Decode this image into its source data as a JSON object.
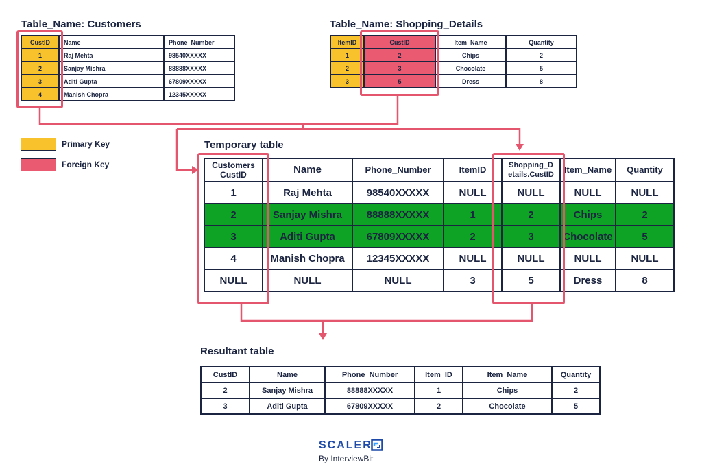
{
  "customers": {
    "title": "Table_Name: Customers",
    "headers": [
      "CustID",
      "Name",
      "Phone_Number"
    ],
    "rows": [
      [
        "1",
        "Raj Mehta",
        "98540XXXXX"
      ],
      [
        "2",
        "Sanjay Mishra",
        "88888XXXXX"
      ],
      [
        "3",
        "Aditi Gupta",
        "67809XXXXX"
      ],
      [
        "4",
        "Manish Chopra",
        "12345XXXXX"
      ]
    ]
  },
  "shopping": {
    "title": "Table_Name: Shopping_Details",
    "headers": [
      "ItemID",
      "CustID",
      "Item_Name",
      "Quantity"
    ],
    "rows": [
      [
        "1",
        "2",
        "Chips",
        "2"
      ],
      [
        "2",
        "3",
        "Chocolate",
        "5"
      ],
      [
        "3",
        "5",
        "Dress",
        "8"
      ]
    ]
  },
  "legend": {
    "primary_key": "Primary Key",
    "foreign_key": "Foreign Key",
    "primary_color": "#f7c22b",
    "foreign_color": "#ea5a70"
  },
  "temporary": {
    "title": "Temporary table",
    "headers": [
      "Customers\nCustID",
      "Name",
      "Phone_Number",
      "ItemID",
      "Shopping_D\netails.CustID",
      "Item_Name",
      "Quantity"
    ],
    "rows": [
      [
        "1",
        "Raj Mehta",
        "98540XXXXX",
        "NULL",
        "NULL",
        "NULL",
        "NULL"
      ],
      [
        "2",
        "Sanjay Mishra",
        "88888XXXXX",
        "1",
        "2",
        "Chips",
        "2"
      ],
      [
        "3",
        "Aditi Gupta",
        "67809XXXXX",
        "2",
        "3",
        "Chocolate",
        "5"
      ],
      [
        "4",
        "Manish Chopra",
        "12345XXXXX",
        "NULL",
        "NULL",
        "NULL",
        "NULL"
      ],
      [
        "NULL",
        "NULL",
        "NULL",
        "3",
        "5",
        "Dress",
        "8"
      ]
    ],
    "matched_row_color": "#0ea324"
  },
  "resultant": {
    "title": "Resultant table",
    "headers": [
      "CustID",
      "Name",
      "Phone_Number",
      "Item_ID",
      "Item_Name",
      "Quantity"
    ],
    "rows": [
      [
        "2",
        "Sanjay Mishra",
        "88888XXXXX",
        "1",
        "Chips",
        "2"
      ],
      [
        "3",
        "Aditi Gupta",
        "67809XXXXX",
        "2",
        "Chocolate",
        "5"
      ]
    ]
  },
  "brand": {
    "name": "SCALER",
    "tagline": "By InterviewBit",
    "icon": "scaler-logo-icon"
  },
  "colors": {
    "highlight": "#e4566d",
    "ink": "#1b2440"
  }
}
